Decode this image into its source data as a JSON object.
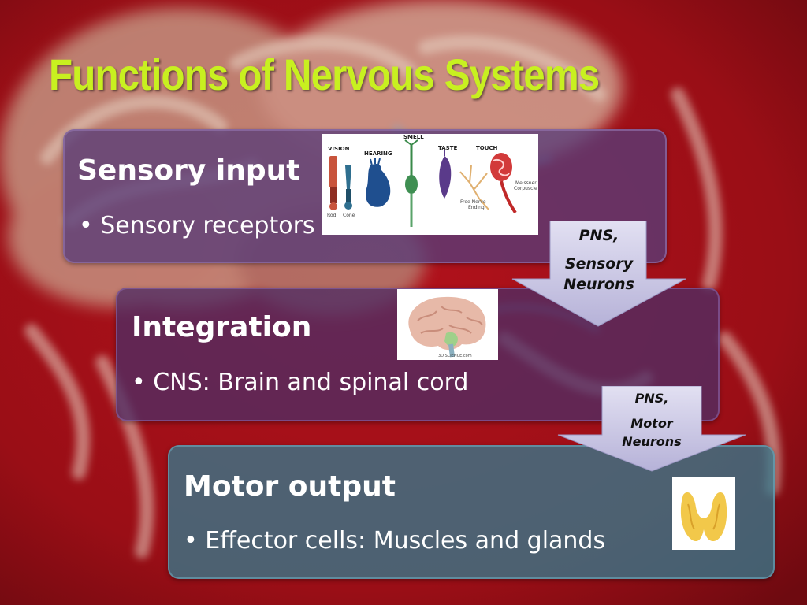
{
  "slide": {
    "title": "Functions of Nervous Systems",
    "colors": {
      "title": "#c8f020",
      "background": "#a01018",
      "box_sensory": "#583c78",
      "box_integration": "#502d64",
      "box_motor": "#37788c",
      "arrow": "#c8c4e4"
    }
  },
  "sensory": {
    "heading": "Sensory input",
    "bullet": "• Sensory receptors",
    "illustration": {
      "labels": {
        "vision": "VISION",
        "hearing": "HEARING",
        "smell": "SMELL",
        "taste": "TASTE",
        "touch": "TOUCH",
        "rod": "Rod",
        "cone": "Cone",
        "free_nerve_1": "Free Nerve",
        "free_nerve_2": "Ending",
        "meissner_1": "Meissner",
        "meissner_2": "Corpuscle"
      }
    }
  },
  "integration": {
    "heading": "Integration",
    "bullet": "• CNS: Brain and spinal cord",
    "illustration": {
      "credit": "3D SCIENCE.com"
    }
  },
  "motor": {
    "heading": "Motor output",
    "bullet": "• Effector cells: Muscles and glands"
  },
  "arrows": {
    "sensory": {
      "line1": "PNS,",
      "line2": "Sensory",
      "line3": "Neurons"
    },
    "motor": {
      "line1": "PNS,",
      "line2": "Motor",
      "line3": "Neurons"
    }
  }
}
